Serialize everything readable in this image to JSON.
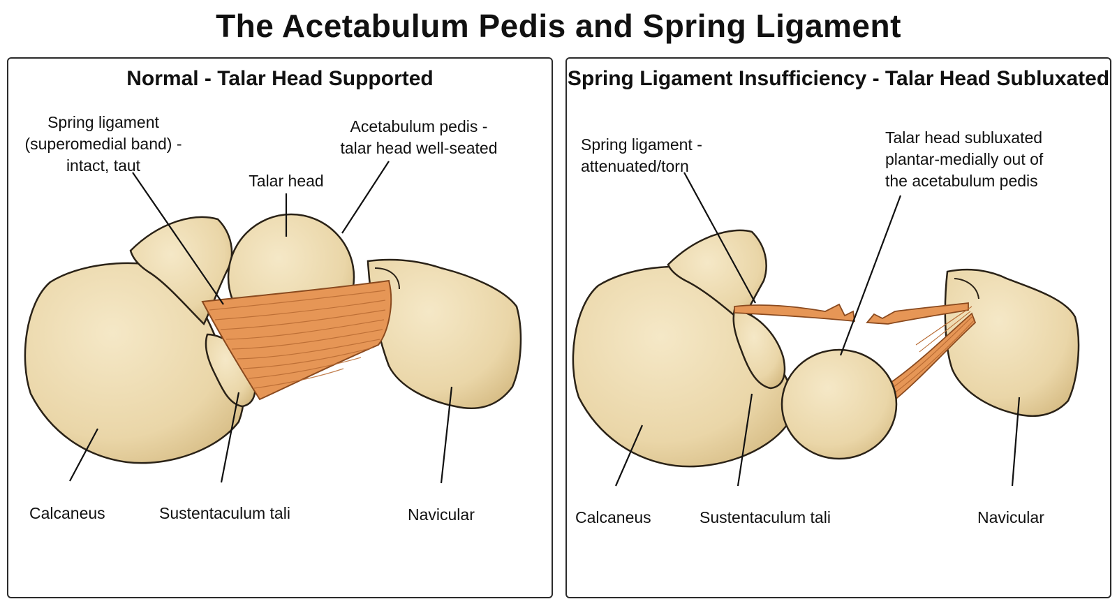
{
  "title": "The Acetabulum Pedis and Spring Ligament",
  "colors": {
    "bone_fill": "#ecd9ae",
    "bone_stroke": "#2a2217",
    "ligament": "#e69656",
    "ligament_stroke": "#8a4a1f",
    "leader": "#111111"
  },
  "panels": {
    "normal": {
      "title": "Normal - Talar Head Supported",
      "labels": {
        "spring_ligament": [
          "Spring ligament",
          "(superomedial band) -",
          "intact, taut"
        ],
        "acetabulum": [
          "Acetabulum pedis -",
          "talar head well-seated"
        ],
        "talar_head": "Talar head",
        "calcaneus": "Calcaneus",
        "sustentaculum": "Sustentaculum tali",
        "navicular": "Navicular"
      }
    },
    "insufficiency": {
      "title": "Spring Ligament Insufficiency - Talar Head Subluxated",
      "labels": {
        "spring_ligament": [
          "Spring ligament -",
          "attenuated/torn"
        ],
        "talar_head": [
          "Talar head subluxated",
          "plantar-medially out of",
          "the acetabulum pedis"
        ],
        "calcaneus": "Calcaneus",
        "sustentaculum": "Sustentaculum tali",
        "navicular": "Navicular"
      }
    }
  }
}
